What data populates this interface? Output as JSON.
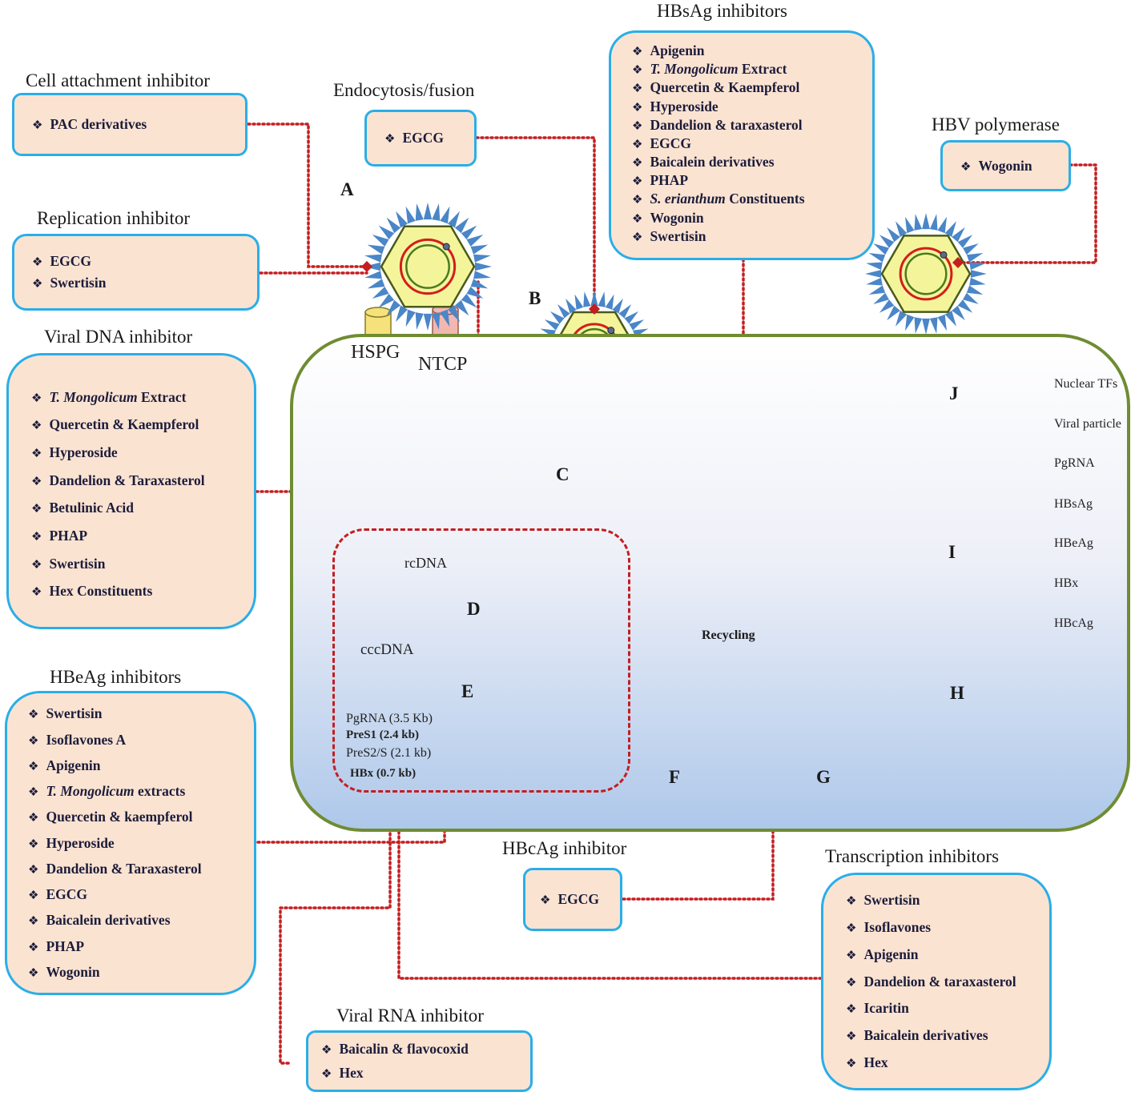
{
  "boxes": {
    "cell_attachment": {
      "title": "Cell attachment  inhibitor",
      "items": [
        "PAC derivatives"
      ]
    },
    "endocytosis": {
      "title": "Endocytosis/fusion",
      "items": [
        "EGCG"
      ]
    },
    "hbsag": {
      "title": "HBsAg  inhibitors",
      "items": [
        "Apigenin",
        "T. Mongolicum Extract",
        "Quercetin & Kaempferol",
        "Hyperoside",
        "Dandelion & taraxasterol",
        "EGCG",
        "Baicalein derivatives",
        "PHAP",
        "S. erianthum Constituents",
        "Wogonin",
        "Swertisin"
      ]
    },
    "polymerase": {
      "title": "HBV polymerase",
      "items": [
        "Wogonin"
      ]
    },
    "replication": {
      "title": "Replication  inhibitor",
      "items": [
        "EGCG",
        "Swertisin"
      ]
    },
    "viral_dna": {
      "title": "Viral DNA inhibitor",
      "items": [
        "T. Mongolicum Extract",
        "Quercetin & Kaempferol",
        "Hyperoside",
        "Dandelion & Taraxasterol",
        "Betulinic Acid",
        "PHAP",
        "Swertisin",
        "Hex Constituents"
      ]
    },
    "hbeag": {
      "title": "HBeAg  inhibitors",
      "items": [
        "Swertisin",
        "Isoflavones A",
        "Apigenin",
        "T. Mongolicum extracts",
        "Quercetin & kaempferol",
        "Hyperoside",
        "Dandelion & Taraxasterol",
        "EGCG",
        "Baicalein derivatives",
        "PHAP",
        "Wogonin"
      ]
    },
    "hbcag": {
      "title": "HBcAg  inhibitor",
      "items": [
        "EGCG"
      ]
    },
    "transcription": {
      "title": "Transcription  inhibitors",
      "items": [
        "Swertisin",
        "Isoflavones",
        "Apigenin",
        "Dandelion & taraxasterol",
        "Icaritin",
        "Baicalein derivatives",
        "Hex"
      ]
    },
    "viral_rna": {
      "title": "Viral RNA inhibitor",
      "items": [
        "Baicalin  &  flavocoxid",
        "Hex"
      ]
    }
  },
  "italic_prefixes": [
    "T. Mongolicum",
    "S. erianthum"
  ],
  "steps": [
    "A",
    "B",
    "C",
    "D",
    "E",
    "F",
    "G",
    "H",
    "I",
    "J"
  ],
  "receptors": {
    "hspg": "HSPG",
    "ntcp": "NTCP"
  },
  "nucleus_labels": {
    "rcdna": "rcDNA",
    "cccdna": "cccDNA",
    "recycling": "Recycling"
  },
  "transcripts": {
    "pgrna": "PgRNA (3.5 Kb)",
    "pres1": "PreS1 (2.4 kb)",
    "pres2": "PreS2/S (2.1 kb)",
    "hbx": "HBx  (0.7 kb)"
  },
  "legend": [
    "Nuclear TFs",
    "Viral particle",
    "PgRNA",
    "HBsAg",
    "HBeAg",
    "HBx",
    "HBcAg"
  ],
  "colors": {
    "box_fill": "#fbe3d2",
    "box_border": "#2aaee8",
    "dotted_line": "#c41e20",
    "cell_border": "#6f8c32",
    "capsid": "#f4f59a",
    "spike": "#4a86c8",
    "dna_red": "#d21e1e",
    "dna_green": "#4b7a22",
    "hbeag": "#3b2f5e",
    "hbx": "#2e8a9a",
    "hbcag": "#f39a3a",
    "arrow_pink": "#f7b8b4",
    "arrow_blue": "#c8dcf4"
  }
}
